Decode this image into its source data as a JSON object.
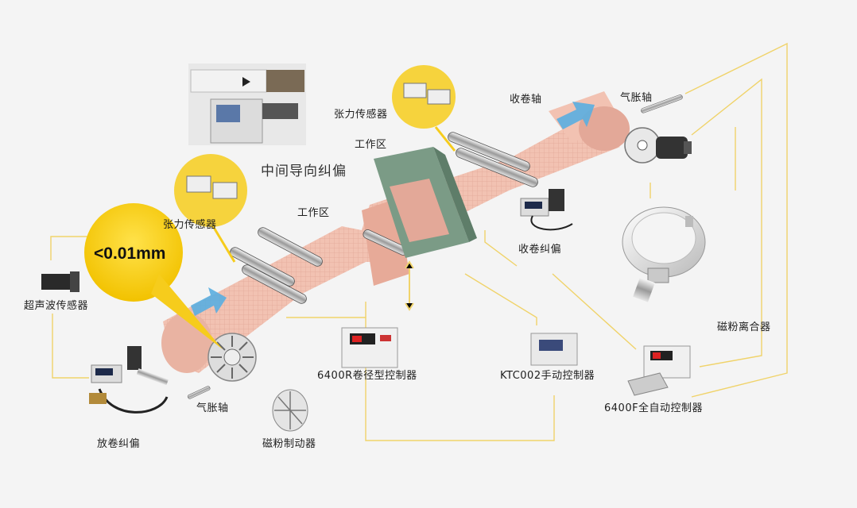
{
  "labels": {
    "ultrasonic_sensor": "超声波传感器",
    "tension_sensor_left": "张力传感器",
    "tension_sensor_top": "张力传感器",
    "work_zone_left": "工作区",
    "work_zone_center": "工作区",
    "middle_guide": "中间导向纠偏",
    "rewind_shaft": "收卷轴",
    "air_shaft_top": "气胀轴",
    "rewind_correction": "收卷纠偏",
    "magnetic_clutch": "磁粉离合器",
    "unwind_correction": "放卷纠偏",
    "air_shaft_bottom": "气胀轴",
    "magnetic_brake": "磁粉制动器",
    "controller_6400r": "6400R卷径型控制器",
    "controller_ktc002": "KTC002手动控制器",
    "controller_6400f": "6400F全自动控制器"
  },
  "callout": {
    "precision": "<0.01mm"
  },
  "colors": {
    "web": "#f2c2b2",
    "web_grid": "#e3a898",
    "connector": "#f0d36a",
    "callout": "#f6cc1c",
    "arrow": "#5aaee0",
    "machine_green": "#7b9b86"
  }
}
